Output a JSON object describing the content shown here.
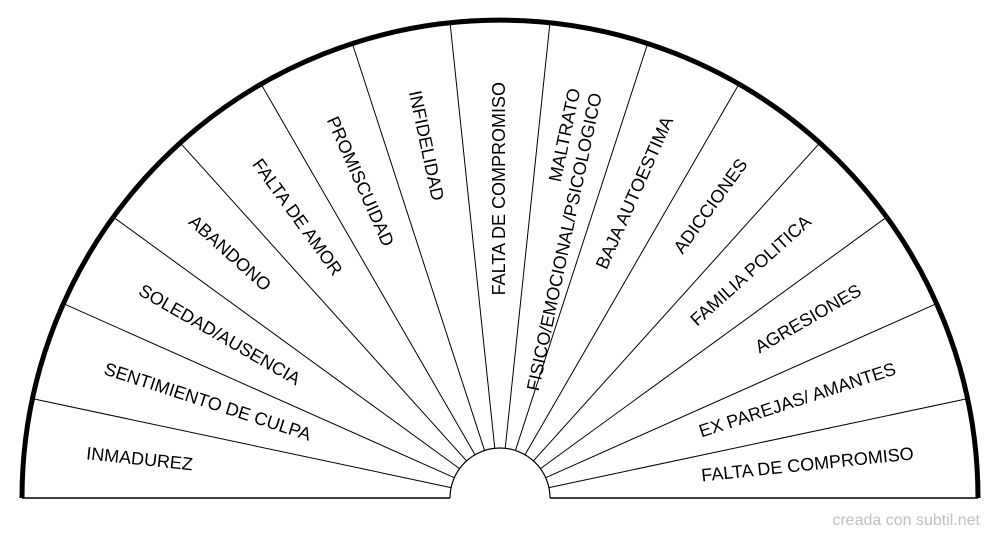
{
  "diagram": {
    "type": "semicircular-pendulum-chart",
    "segments": [
      [
        "INMADUREZ"
      ],
      [
        "SENTIMIENTO DE CULPA"
      ],
      [
        "SOLEDAD/AUSENCIA"
      ],
      [
        "ABANDONO"
      ],
      [
        "FALTA DE AMOR"
      ],
      [
        "PROMISCUIDAD"
      ],
      [
        "INFIDELIDAD"
      ],
      [
        "FALTA DE COMPROMISO"
      ],
      [
        "MALTRATO",
        "FISICO/EMOCIONAL/PSICOLOGICO"
      ],
      [
        "BAJA AUTOESTIMA"
      ],
      [
        "ADICCIONES"
      ],
      [
        "FAMILIA POLITICA"
      ],
      [
        "AGRESIONES"
      ],
      [
        "EX PAREJAS/ AMANTES"
      ],
      [
        "FALTA DE COMPROMISO"
      ]
    ],
    "colors": {
      "stroke": "#000000",
      "fill": "#ffffff",
      "text": "#000000"
    }
  },
  "footer": {
    "credit": "creada con subtil.net"
  }
}
